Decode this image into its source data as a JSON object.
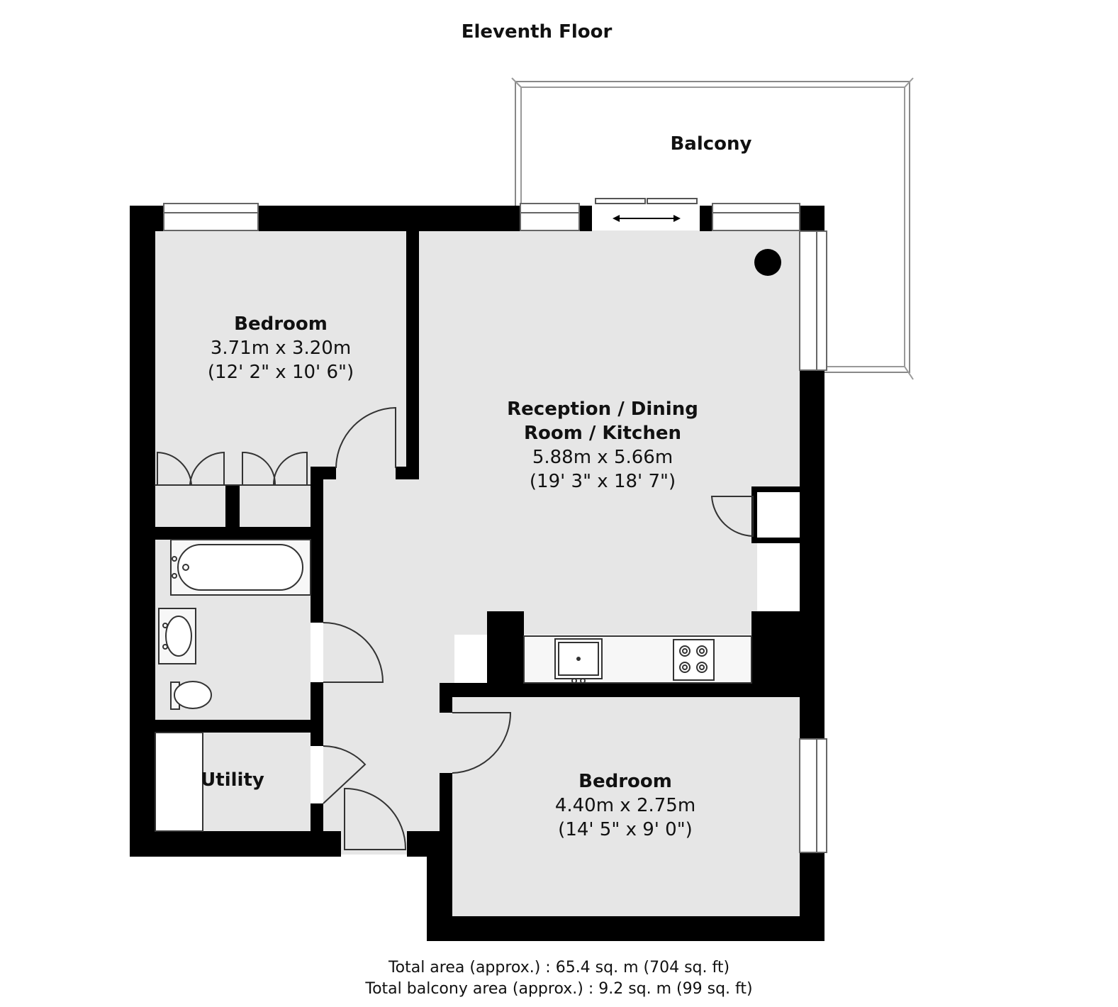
{
  "floor_title": "Eleventh Floor",
  "rooms": {
    "bedroom_1": {
      "name": "Bedroom",
      "size_m": "3.71m x 3.20m",
      "size_ft": "(12' 2\" x 10' 6\")"
    },
    "reception": {
      "name_line1": "Reception / Dining",
      "name_line2": "Room / Kitchen",
      "size_m": "5.88m x 5.66m",
      "size_ft": "(19' 3\" x 18' 7\")"
    },
    "bedroom_2": {
      "name": "Bedroom",
      "size_m": "4.40m x 2.75m",
      "size_ft": "(14' 5\" x 9' 0\")"
    },
    "utility": {
      "name": "Utility"
    },
    "balcony": {
      "name": "Balcony"
    }
  },
  "footer": {
    "total_area": "Total area (approx.) : 65.4 sq. m (704 sq. ft)",
    "balcony_area": "Total balcony area (approx.) : 9.2 sq. m (99 sq. ft)"
  },
  "colors": {
    "wall": "#000000",
    "floor": "#e6e6e6",
    "fixture": "#f7f7f7",
    "outline": "#555555"
  }
}
